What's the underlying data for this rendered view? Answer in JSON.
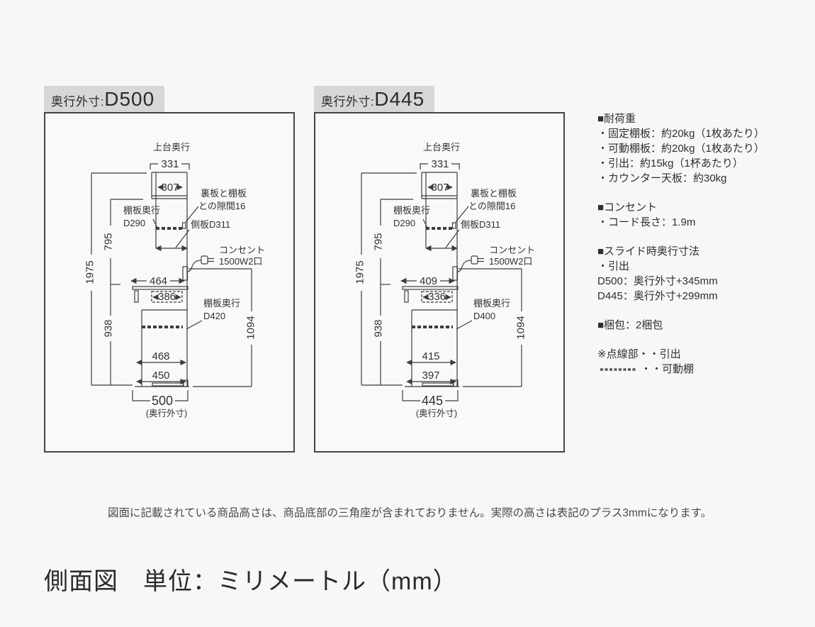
{
  "page": {
    "note": "図面に記載されている商品高さは、商品底部の三角座が含まれておりません。実際の高さは表記のプラス3mmになります。",
    "title": "側面図　単位：ミリメートル（mm）"
  },
  "diagrams": [
    {
      "label_prefix": "奥行外寸:",
      "label_value": "D500",
      "top_depth_label": "上台奥行",
      "top_width": "331",
      "inner_width": "307",
      "shelf_upper_line1": "棚板奥行",
      "shelf_upper_line2": "D290",
      "gap_line1": "裏板と棚板",
      "gap_line2": "との隙間16",
      "side_panel": "側板D311",
      "outlet_line1": "コンセント",
      "outlet_line2": "1500W2口",
      "counter_depth": "464",
      "drawer_width": "386",
      "shelf_lower_line1": "棚板奥行",
      "shelf_lower_line2": "D420",
      "body_depth": "468",
      "base_depth": "450",
      "total_depth": "500",
      "total_depth_note": "(奥行外寸)",
      "height_total": "1975",
      "height_upper": "795",
      "height_lower": "938",
      "outlet_height": "1094"
    },
    {
      "label_prefix": "奥行外寸:",
      "label_value": "D445",
      "top_depth_label": "上台奥行",
      "top_width": "331",
      "inner_width": "307",
      "shelf_upper_line1": "棚板奥行",
      "shelf_upper_line2": "D290",
      "gap_line1": "裏板と棚板",
      "gap_line2": "との隙間16",
      "side_panel": "側板D311",
      "outlet_line1": "コンセント",
      "outlet_line2": "1500W2口",
      "counter_depth": "409",
      "drawer_width": "336",
      "shelf_lower_line1": "棚板奥行",
      "shelf_lower_line2": "D400",
      "body_depth": "415",
      "base_depth": "397",
      "total_depth": "445",
      "total_depth_note": "(奥行外寸)",
      "height_total": "1975",
      "height_upper": "795",
      "height_lower": "938",
      "outlet_height": "1094"
    }
  ],
  "info_panel": {
    "load_heading": "■耐荷重",
    "load_items": [
      "・固定棚板：約20kg（1枚あたり）",
      "・可動棚板：約20kg（1枚あたり）",
      "・引出：約15kg（1杯あたり）",
      "・カウンター天板：約30kg"
    ],
    "outlet_heading": "■コンセント",
    "outlet_items": [
      "・コード長さ：1.9m"
    ],
    "slide_heading": "■スライド時奥行寸法",
    "slide_items": [
      "・引出",
      "D500：奥行外寸+345mm",
      "D445：奥行外寸+299mm"
    ],
    "packing": "■梱包：2梱包",
    "legend_dotted": "※点線部・・引出",
    "legend_dashed": "・・可動棚"
  }
}
